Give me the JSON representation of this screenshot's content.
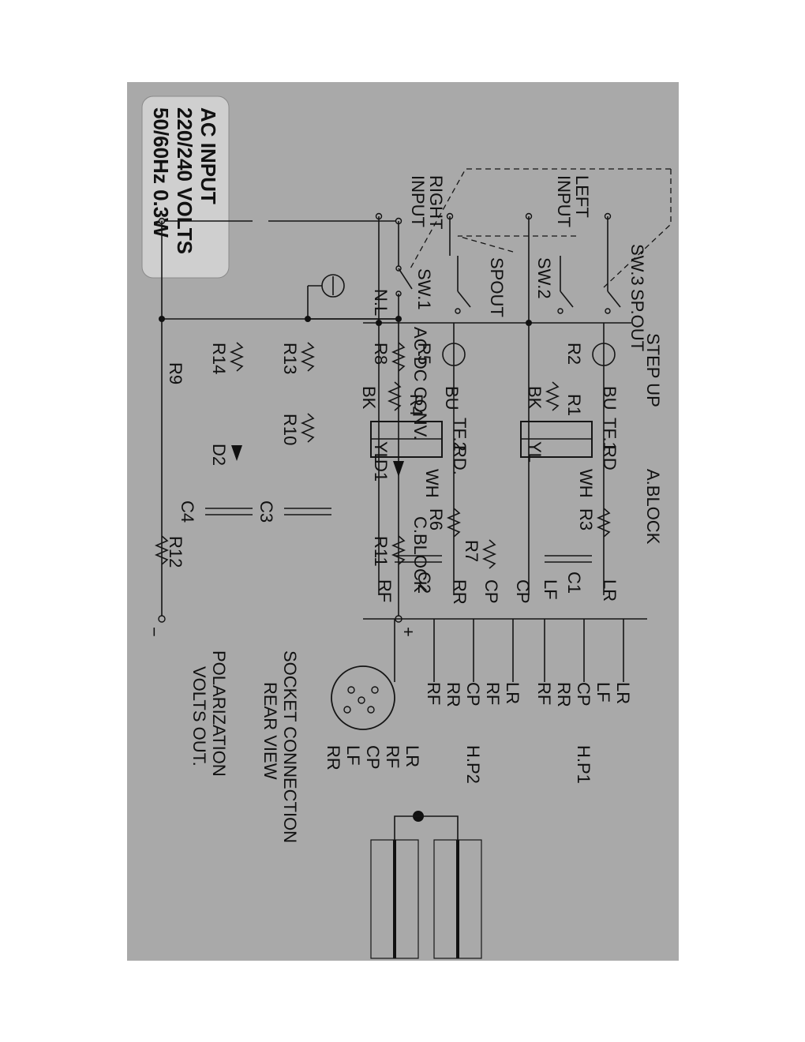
{
  "ac_input": {
    "line1": "AC INPUT",
    "line2": "220/240 VOLTS",
    "line3": "50/60Hz 0.3W"
  },
  "switches": {
    "sw1": "SW.1",
    "sw2": "SW.2",
    "sw3": "SW.3",
    "sp_out": "SP.OUT",
    "spout": "SPOUT"
  },
  "inputs": {
    "left": [
      "LEFT",
      "INPUT"
    ],
    "right": [
      "RIGHT",
      "INPUT"
    ]
  },
  "blocks": {
    "ac_dc_conv": "AC-DC CONV.",
    "c_block": "C.BLOCK",
    "a_block": "A.BLOCK",
    "step_up": "STEP UP"
  },
  "lamp": {
    "nl": "N.L"
  },
  "resistors": {
    "r1": "R1",
    "r2": "R2",
    "r3": "R3",
    "r4": "R4",
    "r5": "R5",
    "r6": "R6",
    "r7": "R7",
    "r8": "R8",
    "r9": "R9",
    "r10": "R10",
    "r11": "R11",
    "r12": "R12",
    "r13": "R13",
    "r14": "R14"
  },
  "capacitors": {
    "c1": "C1",
    "c2": "C2",
    "c3": "C3",
    "c4": "C4"
  },
  "diodes": {
    "d1": "D1",
    "d2": "D2"
  },
  "transformers": {
    "tf1": "TF.1",
    "tf2": "TF.2"
  },
  "wire_colors": {
    "bu": "BU",
    "bk": "BK",
    "yl": "YL",
    "rd": "RD",
    "rd2": "RD.",
    "wh": "WH"
  },
  "node_labels": {
    "lr": "LR",
    "lf": "LF",
    "cp": "CP",
    "rr": "RR",
    "rf": "RF"
  },
  "polarity": {
    "plus": "+",
    "minus": "−"
  },
  "headphones": {
    "hp1": "H.P1",
    "hp2": "H.P2",
    "hp1_pins": [
      "LR",
      "LF",
      "CP",
      "RR",
      "RF"
    ],
    "hp2_pins": [
      "LR",
      "RF",
      "CP",
      "RR",
      "RF"
    ]
  },
  "socket": {
    "title": "SOCKET CONNECTION",
    "subtitle": "REAR VIEW",
    "pins": [
      "LR",
      "RF",
      "CP",
      "LF",
      "RR"
    ]
  },
  "polarization": {
    "line1": "POLARIZATION",
    "line2": "VOLTS OUT."
  }
}
